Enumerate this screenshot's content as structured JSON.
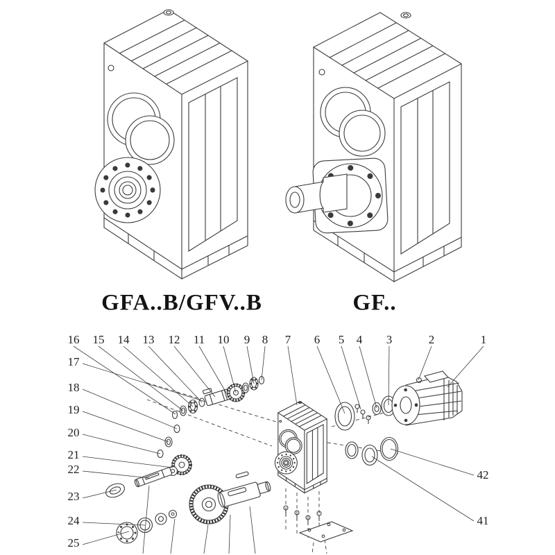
{
  "colors": {
    "ink": "#3a3a3a",
    "background": "#ffffff"
  },
  "figures": {
    "left": {
      "label": "GFA..B/GFV..B"
    },
    "right": {
      "label": "GF.."
    }
  },
  "exploded_view": {
    "callouts": {
      "top_row": [
        "16",
        "15",
        "14",
        "13",
        "12",
        "11",
        "10",
        "9",
        "8",
        "7",
        "6",
        "5",
        "4",
        "3",
        "2",
        "1"
      ],
      "left_column": [
        "17",
        "18",
        "19",
        "20",
        "21",
        "22",
        "23",
        "24",
        "25"
      ],
      "right_column": [
        "42",
        "41"
      ]
    }
  }
}
